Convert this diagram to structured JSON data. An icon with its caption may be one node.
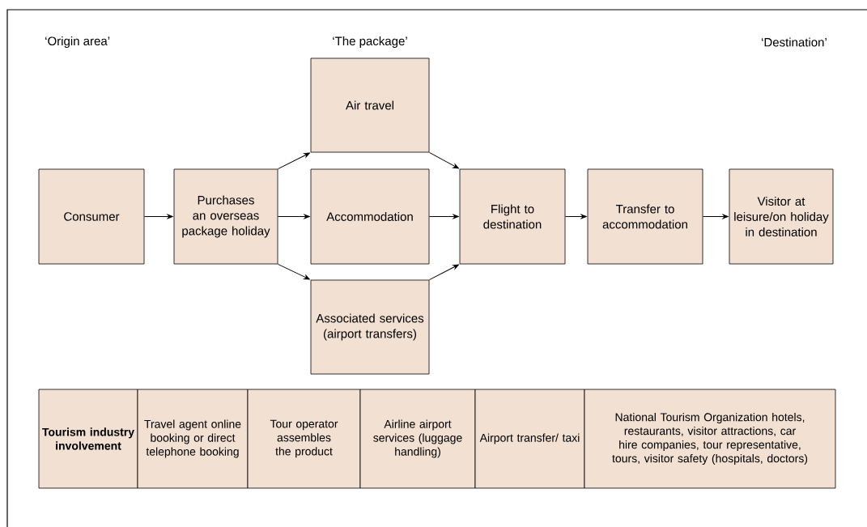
{
  "diagram": {
    "nodes": [
      {
        "text": [
          "Consumer"
        ]
      },
      {
        "text": [
          "Purchases an overseas package holiday"
        ]
      },
      {
        "text": [
          "Air travel"
        ]
      },
      {
        "text": [
          "Accommodation"
        ]
      },
      {
        "text": [
          "Associated services (airport transfers)"
        ]
      },
      {
        "text": [
          "Flight to destination"
        ]
      },
      {
        "text": [
          "Transfer to accommodation"
        ]
      },
      {
        "text": [
          "Visitor at leisure/on holiday in destination"
        ]
      }
    ],
    "edges": [
      {
        "from": 0,
        "to": 1,
        "arrow": "to"
      },
      {
        "from": 1,
        "to": 2,
        "arrow": "to"
      },
      {
        "from": 1,
        "to": 3,
        "arrow": "to"
      },
      {
        "from": 1,
        "to": 4,
        "arrow": "to"
      },
      {
        "from": 2,
        "to": 5,
        "arrow": "to"
      },
      {
        "from": 3,
        "to": 5,
        "arrow": "to"
      },
      {
        "from": 4,
        "to": 5,
        "arrow": "to"
      },
      {
        "from": 5,
        "to": 6,
        "arrow": "to"
      },
      {
        "from": 6,
        "to": 7,
        "arrow": "to"
      }
    ],
    "labels": [
      "‘Origin area’",
      "‘The package’",
      "‘Destination’",
      "Tourism industry involvement",
      "Travel agent online booking or direct telephone booking",
      "Tour operator assembles the product",
      "Airline airport services (luggage handling)",
      "Airport transfer/ taxi",
      "National Tourism Organization hotels, restaurants, visitor attractions, car hire companies, tour representative, tours, visitor safety (hospitals, doctors)"
    ]
  }
}
